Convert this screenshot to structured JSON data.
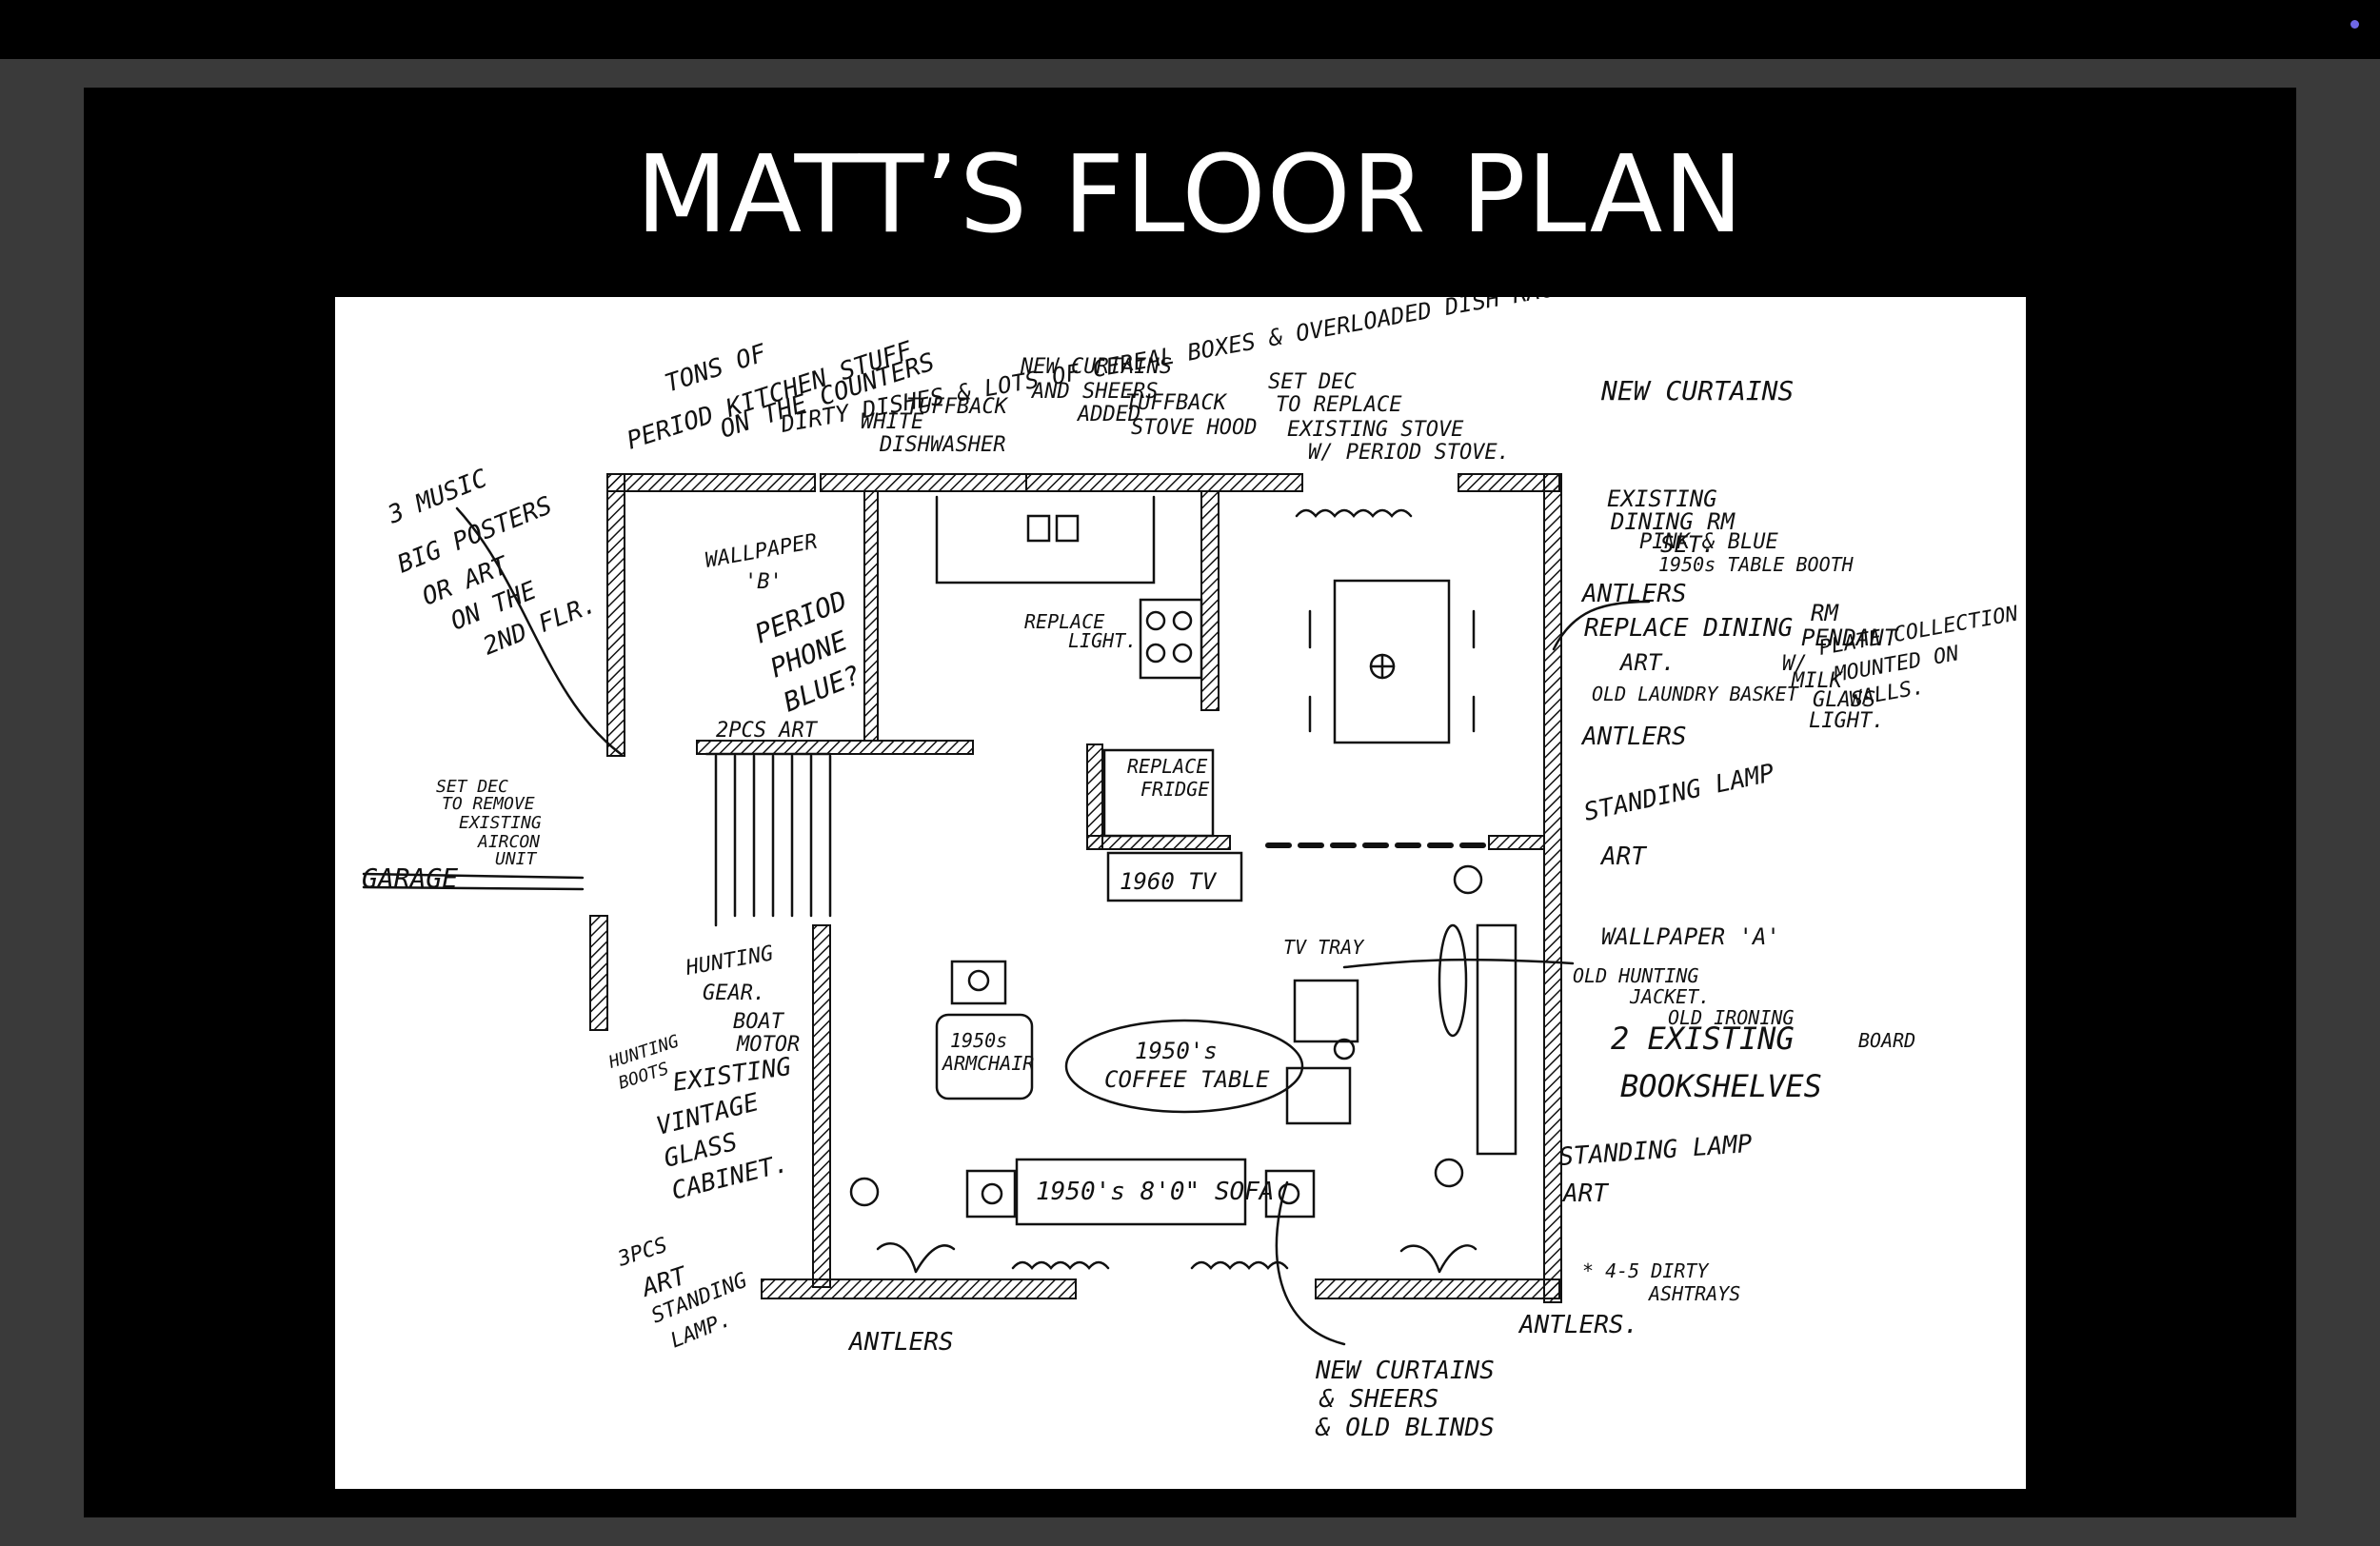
{
  "slide": {
    "title": "MATT’S FLOOR PLAN"
  },
  "colors": {
    "background": "#3a3a3a",
    "slide": "#000000",
    "sheet": "#ffffff",
    "ink": "#111111",
    "status_dot": "#6f67e6"
  },
  "notes": {
    "kitchen_stuff_1": "TONS OF",
    "kitchen_stuff_2": "PERIOD KITCHEN STUFF",
    "kitchen_stuff_3": "ON THE COUNTERS",
    "kitchen_stuff_4": "DIRTY DISHES & LOTS OF CEREAL BOXES & OVERLOADED DISH RACK.",
    "new_curtains_sheers_1": "NEW CURTAINS",
    "new_curtains_sheers_2": "AND SHEERS",
    "new_curtains_sheers_3": "ADDED",
    "tuffback_1": "TUFFBACK",
    "tuffback_2": "WHITE",
    "tuffback_3": "DISHWASHER",
    "stove_hood_1": "TUFFBACK",
    "stove_hood_2": "STOVE HOOD",
    "set_dec_stove_1": "SET DEC",
    "set_dec_stove_2": "TO REPLACE",
    "set_dec_stove_3": "EXISTING STOVE",
    "set_dec_stove_4": "W/ PERIOD STOVE.",
    "new_curtains_top": "NEW CURTAINS",
    "posters_1": "3 MUSIC",
    "posters_2": "BIG POSTERS",
    "posters_3": "OR ART",
    "posters_4": "ON THE",
    "posters_5": "2ND FLR.",
    "wallpaper_b_1": "WALLPAPER",
    "wallpaper_b_2": "'B'",
    "phone_1": "PERIOD",
    "phone_2": "PHONE",
    "phone_3": "BLUE?",
    "replace_light_1": "REPLACE",
    "replace_light_2": "LIGHT.",
    "two_pcs_art": "2PCS ART",
    "dining_set_1": "EXISTING",
    "dining_set_2": "DINING RM",
    "dining_set_3": "SET.",
    "pink_blue_1": "PINK & BLUE",
    "pink_blue_2": "1950s TABLE BOOTH",
    "antlers_1": "ANTLERS",
    "replace_pendant_1": "REPLACE DINING",
    "replace_pendant_2": "RM",
    "replace_pendant_3": "PENDANT",
    "art_1": "ART.",
    "milk_glass_1": "W/",
    "milk_glass_2": "MILK",
    "milk_glass_3": "GLASS",
    "milk_glass_4": "LIGHT.",
    "laundry": "OLD LAUNDRY BASKET",
    "antlers_2": "ANTLERS",
    "plate_collection_1": "PLATE COLLECTION",
    "plate_collection_2": "MOUNTED ON",
    "plate_collection_3": "WALLS.",
    "standing_lamp_1": "STANDING LAMP",
    "art_2": "ART",
    "replace_fridge_1": "REPLACE",
    "replace_fridge_2": "FRIDGE",
    "set_dec_aircon_1": "SET DEC",
    "set_dec_aircon_2": "TO REMOVE",
    "set_dec_aircon_3": "EXISTING",
    "set_dec_aircon_4": "AIRCON",
    "set_dec_aircon_5": "UNIT",
    "garage": "GARAGE",
    "tv": "1960 TV",
    "wallpaper_a": "WALLPAPER 'A'",
    "tv_tray": "TV TRAY",
    "hunting_jacket_1": "OLD HUNTING",
    "hunting_jacket_2": "JACKET.",
    "ironing_board_1": "OLD IRONING",
    "ironing_board_2": "BOARD",
    "bookshelves_1": "2 EXISTING",
    "bookshelves_2": "BOOKSHELVES",
    "hunting_gear_1": "HUNTING",
    "hunting_gear_2": "GEAR.",
    "boat_motor_1": "BOAT",
    "boat_motor_2": "MOTOR",
    "hunting_boots_1": "HUNTING",
    "hunting_boots_2": "BOOTS",
    "cabinet_1": "EXISTING",
    "cabinet_2": "VINTAGE",
    "cabinet_3": "GLASS",
    "cabinet_4": "CABINET.",
    "armchair_1": "1950s",
    "armchair_2": "ARMCHAIR",
    "coffee_table_1": "1950's",
    "coffee_table_2": "COFFEE TABLE",
    "sofa": "1950's 8'0\" SOFA",
    "standing_lamp_2": "STANDING LAMP",
    "art_3": "ART",
    "ashtrays_1": "* 4-5 DIRTY",
    "ashtrays_2": "ASHTRAYS",
    "three_pcs_art_1": "3PCS",
    "three_pcs_art_2": "ART",
    "standing_lamp_3": "STANDING",
    "standing_lamp_4": "LAMP.",
    "antlers_3": "ANTLERS",
    "antlers_4": "ANTLERS.",
    "bottom_curtains_1": "NEW CURTAINS",
    "bottom_curtains_2": "& SHEERS",
    "bottom_curtains_3": "& OLD BLINDS"
  }
}
